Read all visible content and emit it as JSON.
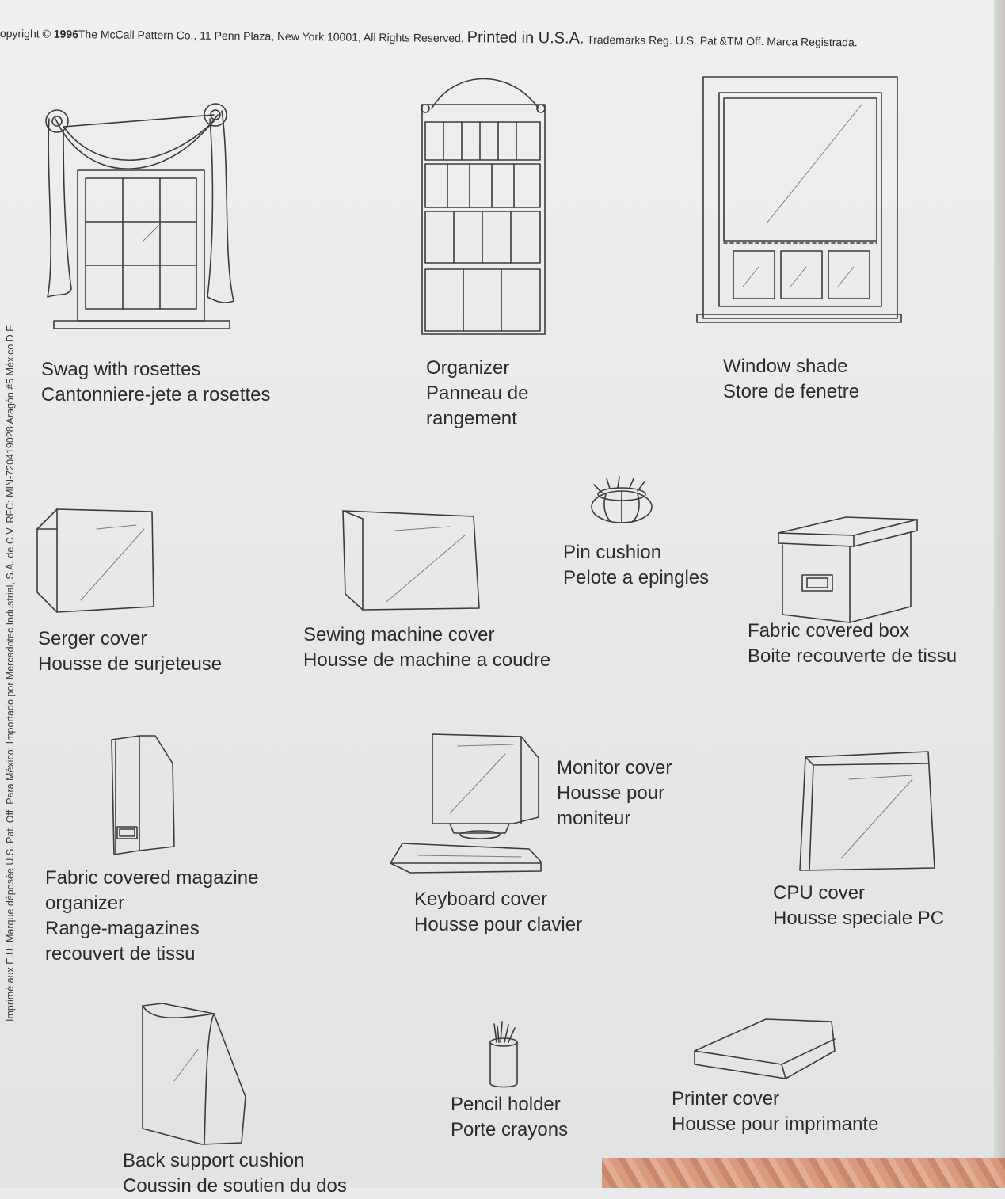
{
  "header": {
    "copyright_prefix": "opyright ©",
    "year": "1996",
    "company_line": "The McCall Pattern Co., 11 Penn Plaza, New York 10001, All Rights Reserved.",
    "printed": "Printed in U.S.A.",
    "trademarks": "Trademarks Reg. U.S. Pat &TM Off. Marca Registrada."
  },
  "side_text": "Imprimé aux E.U. Marque déposée U.S. Pat. Off.    Para México: Importado por Mercadotec Industrial, S.A. de C.V.    RFC: MIN-720419028    Aragón #5 México D.F.",
  "items": [
    {
      "icon": "swag-curtain-icon",
      "lines": [
        "Swag with rosettes",
        "Cantonniere-jete a rosettes"
      ]
    },
    {
      "icon": "wall-organizer-icon",
      "lines": [
        "Organizer",
        "Panneau de",
        "rangement"
      ]
    },
    {
      "icon": "window-shade-icon",
      "lines": [
        "Window shade",
        "Store de fenetre"
      ]
    },
    {
      "icon": "serger-cover-icon",
      "lines": [
        "Serger cover",
        "Housse de surjeteuse"
      ]
    },
    {
      "icon": "sewing-machine-cover-icon",
      "lines": [
        "Sewing machine cover",
        "Housse de machine a coudre"
      ]
    },
    {
      "icon": "pin-cushion-icon",
      "lines": [
        "Pin cushion",
        "Pelote a epingles"
      ]
    },
    {
      "icon": "fabric-box-icon",
      "lines": [
        "Fabric covered box",
        "Boite recouverte de tissu"
      ]
    },
    {
      "icon": "magazine-organizer-icon",
      "lines": [
        "Fabric covered magazine",
        "organizer",
        "Range-magazines",
        "recouvert de tissu"
      ]
    },
    {
      "icon": "monitor-cover-icon",
      "lines": [
        "Monitor cover",
        "Housse pour",
        "moniteur"
      ]
    },
    {
      "icon": "keyboard-cover-icon",
      "lines": [
        "Keyboard cover",
        "Housse pour clavier"
      ]
    },
    {
      "icon": "cpu-cover-icon",
      "lines": [
        "CPU  cover",
        "Housse speciale PC"
      ]
    },
    {
      "icon": "back-cushion-icon",
      "lines": [
        "Back support cushion",
        "Coussin de soutien du dos"
      ]
    },
    {
      "icon": "pencil-holder-icon",
      "lines": [
        "Pencil holder",
        "Porte crayons"
      ]
    },
    {
      "icon": "printer-cover-icon",
      "lines": [
        "Printer cover",
        "Housse pour imprimante"
      ]
    }
  ]
}
